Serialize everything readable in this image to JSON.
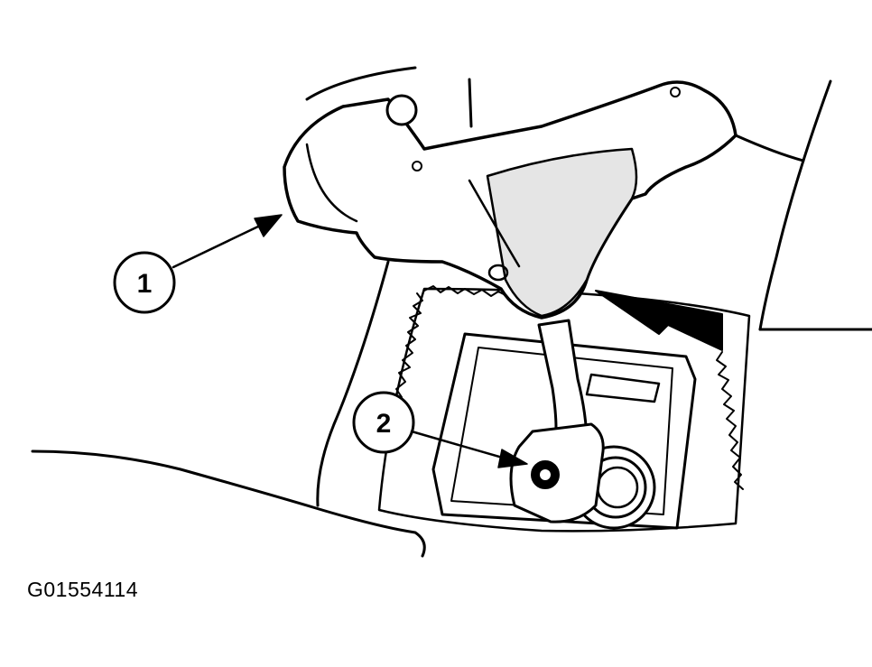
{
  "figure_id": "G01554114",
  "callouts": [
    {
      "label": "1",
      "refers_to": "shift-lever-housing"
    },
    {
      "label": "2",
      "refers_to": "shift-cable-bolt"
    }
  ],
  "colors": {
    "ink": "#000000",
    "shade": "#d8d8d8",
    "background": "#ffffff"
  }
}
